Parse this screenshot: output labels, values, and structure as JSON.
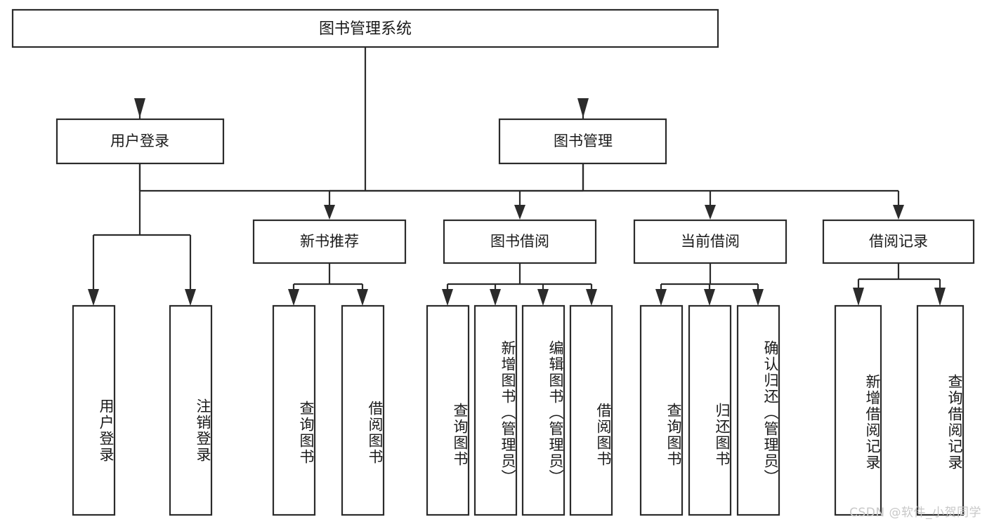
{
  "diagram": {
    "title": "图书管理系统",
    "type": "tree-hierarchy-chart",
    "root": {
      "label": "图书管理系统"
    },
    "level2": [
      {
        "label": "用户登录"
      },
      {
        "label": "图书管理"
      }
    ],
    "level3": [
      {
        "label": "新书推荐"
      },
      {
        "label": "图书借阅"
      },
      {
        "label": "当前借阅"
      },
      {
        "label": "借阅记录"
      }
    ],
    "leaves": {
      "user_login": [
        {
          "label": "用户登录"
        },
        {
          "label": "注销登录"
        }
      ],
      "new_book_recommend": [
        {
          "label": "查询图书"
        },
        {
          "label": "借阅图书"
        }
      ],
      "book_borrow": [
        {
          "label": "查询图书"
        },
        {
          "label": "新增图书（管理员）"
        },
        {
          "label": "编辑图书（管理员）"
        },
        {
          "label": "借阅图书"
        }
      ],
      "current_borrow": [
        {
          "label": "查询图书"
        },
        {
          "label": "归还图书"
        },
        {
          "label": "确认归还（管理员）"
        }
      ],
      "borrow_record": [
        {
          "label": "新增借阅记录"
        },
        {
          "label": "查询借阅记录"
        }
      ]
    }
  },
  "watermark": {
    "text": "CSDN @软件_小贺同学"
  },
  "colors": {
    "stroke": "#2b2b2b",
    "fill": "#ffffff",
    "text": "#1a1a1a",
    "watermark": "#c8c8c8"
  }
}
